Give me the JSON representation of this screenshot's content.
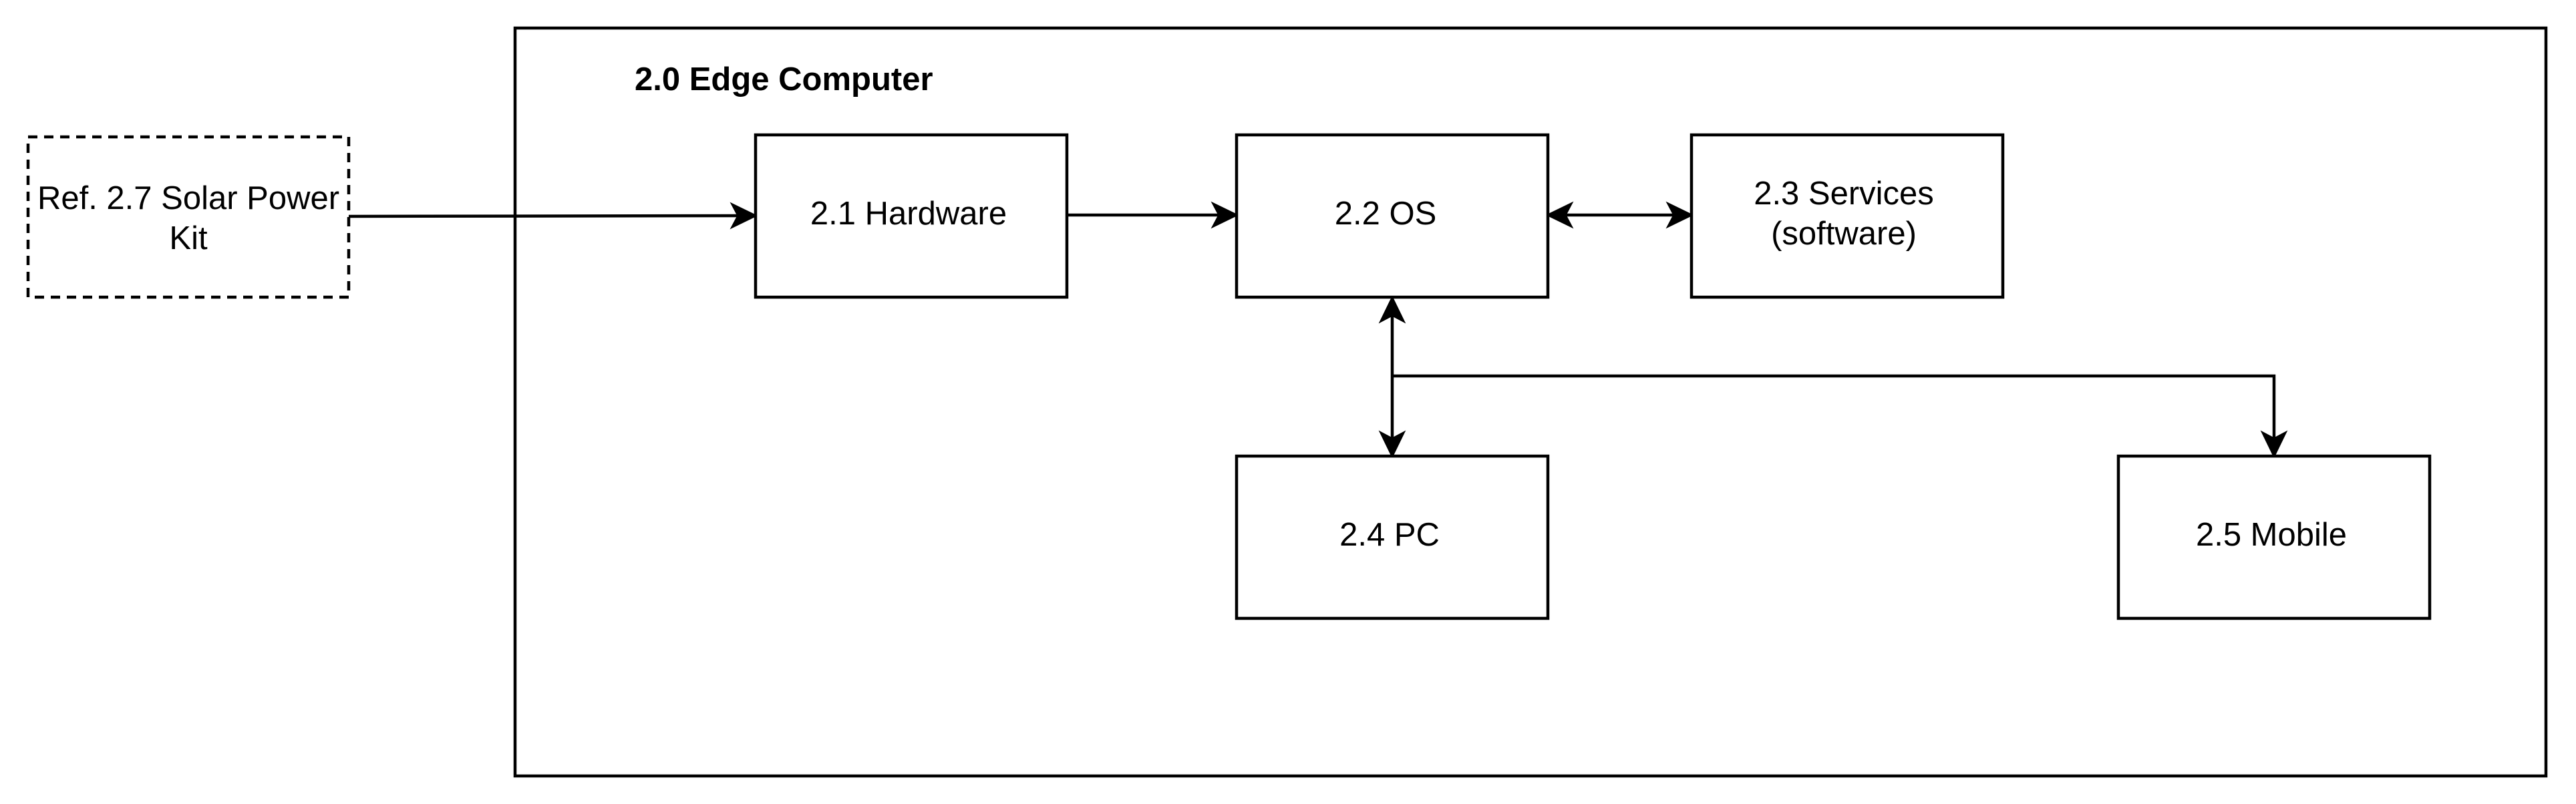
{
  "diagram": {
    "container": {
      "title": "2.0 Edge Computer"
    },
    "external": {
      "line1": "Ref. 2.7  Solar Power",
      "line2": "Kit"
    },
    "nodes": {
      "hardware": "2.1 Hardware",
      "os": "2.2 OS",
      "services_line1": "2.3 Services",
      "services_line2": "(software)",
      "pc": "2.4 PC",
      "mobile": "2.5 Mobile"
    },
    "colors": {
      "stroke": "#000000",
      "fill": "#ffffff"
    }
  }
}
